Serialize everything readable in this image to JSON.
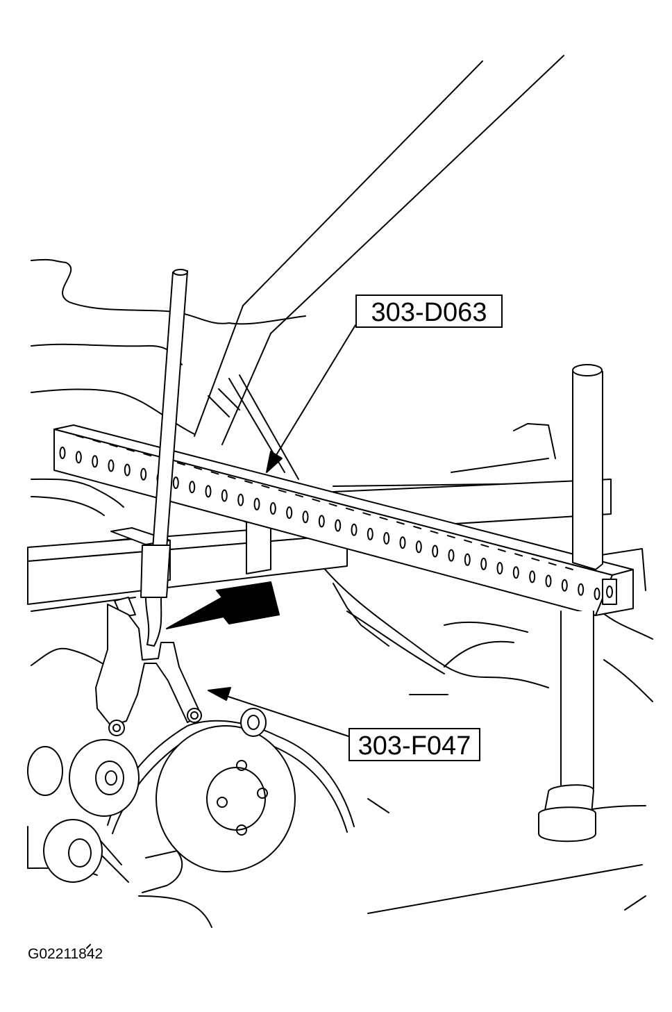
{
  "labels": {
    "tool_crossbar": "303-D063",
    "tool_bracket": "303-F047"
  },
  "figure_id": "G02211842",
  "colors": {
    "line": "#000000",
    "background": "#ffffff"
  }
}
